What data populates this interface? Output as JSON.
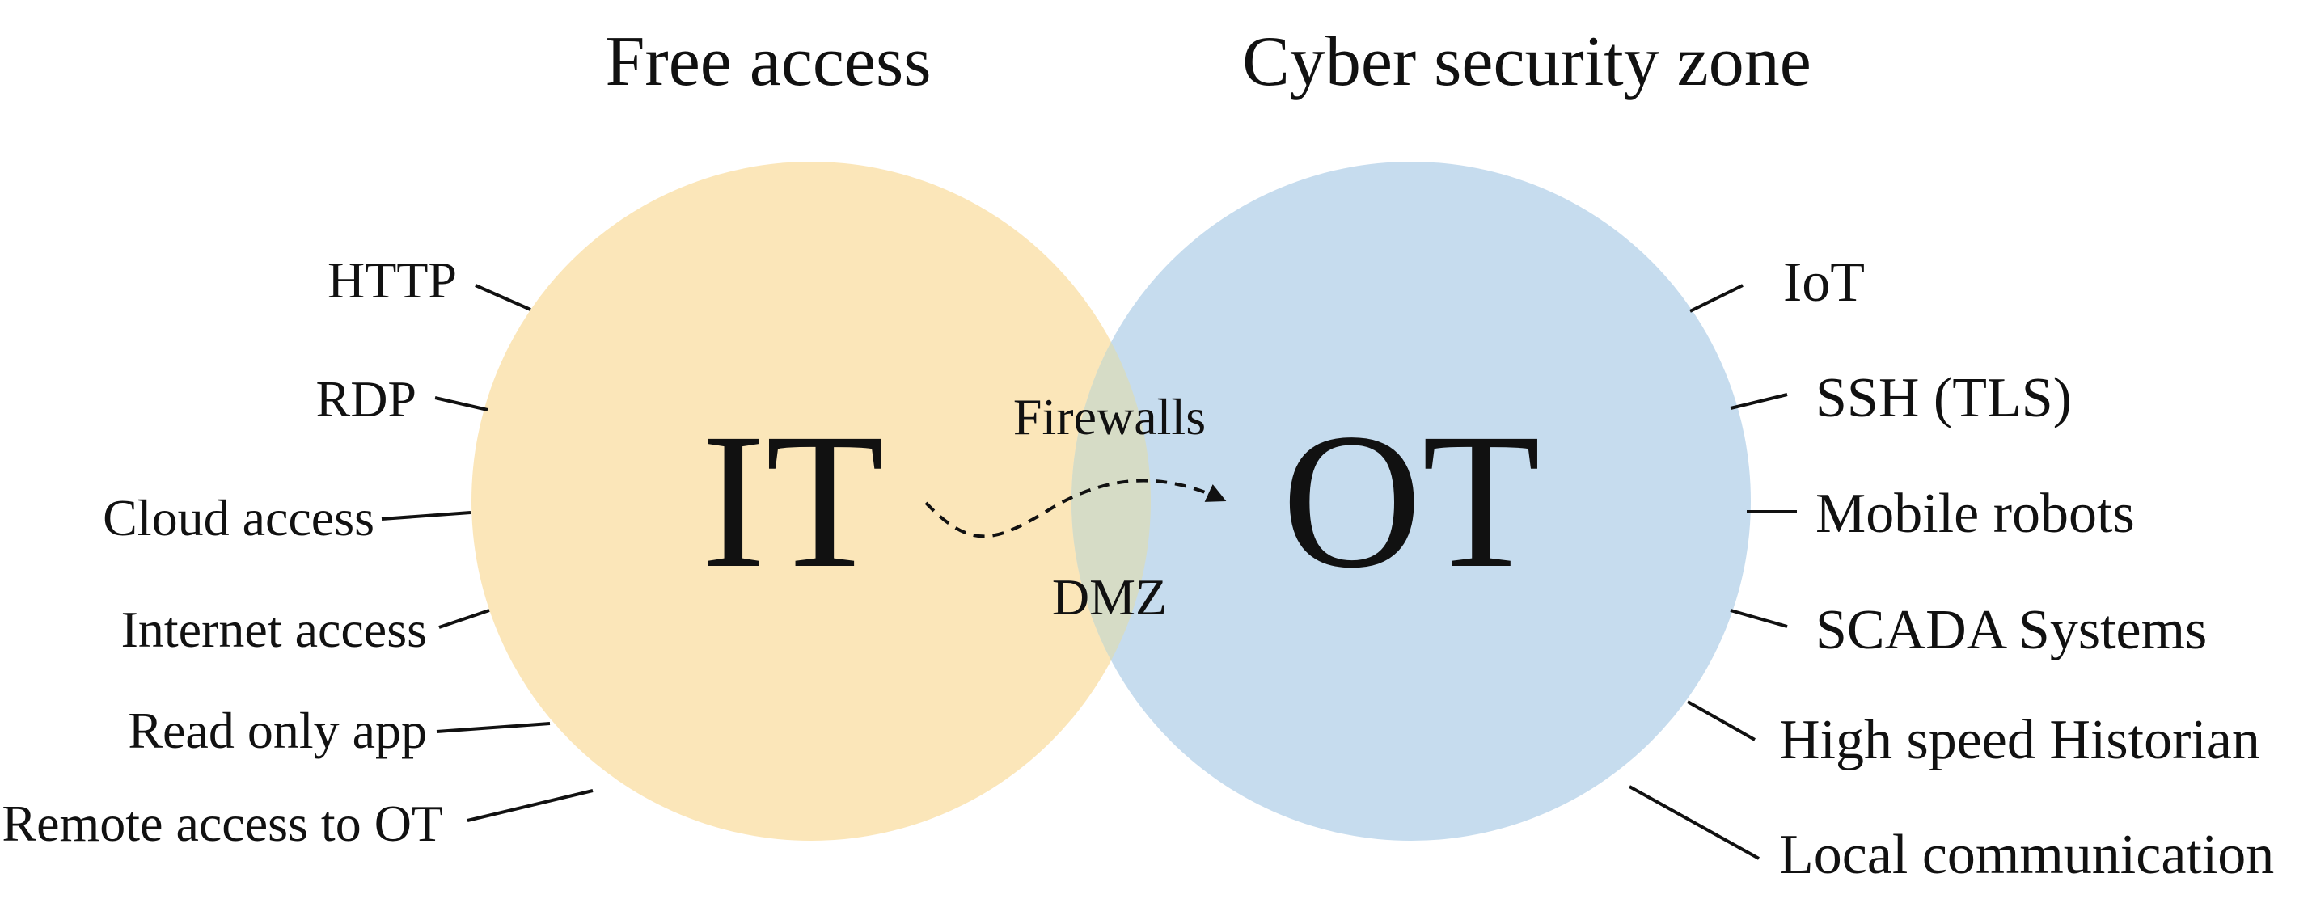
{
  "titles": {
    "left": "Free access",
    "right": "Cyber security zone"
  },
  "circles": {
    "it": {
      "label": "IT",
      "color": "#fbe6b9"
    },
    "ot": {
      "label": "OT",
      "color": "#c6dcee"
    },
    "overlap_color": "#d6dcc6"
  },
  "overlap": {
    "top_label": "Firewalls",
    "bottom_label": "DMZ"
  },
  "left_items": [
    "HTTP",
    "RDP",
    "Cloud access",
    "Internet access",
    "Read only app",
    "Remote access to OT"
  ],
  "right_items": [
    "IoT",
    "SSH (TLS)",
    "Mobile robots",
    "SCADA Systems",
    "High speed Historian",
    "Local communication"
  ]
}
